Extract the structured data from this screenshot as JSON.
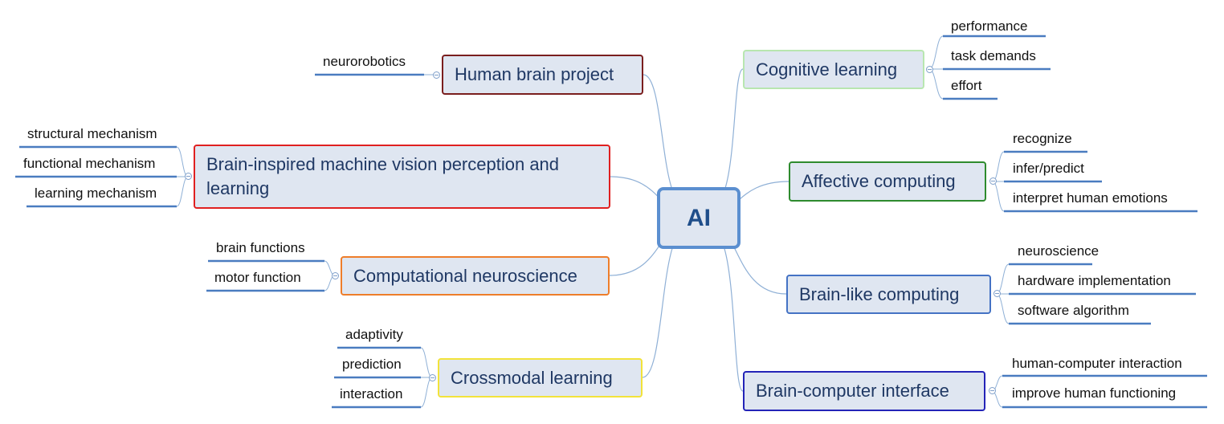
{
  "center": {
    "label": "AI"
  },
  "topics": {
    "human_brain_project": {
      "label": "Human brain project",
      "border": "#7a1e1e",
      "children": [
        "neurorobotics"
      ]
    },
    "vision": {
      "label": "Brain-inspired machine vision perception and learning",
      "border": "#e02020",
      "children": [
        "structural mechanism",
        "functional mechanism",
        "learning mechanism"
      ]
    },
    "computational": {
      "label": "Computational neuroscience",
      "border": "#ee7d2a",
      "children": [
        "brain functions",
        "motor function"
      ]
    },
    "crossmodal": {
      "label": "Crossmodal learning",
      "border": "#f2e33a",
      "children": [
        "adaptivity",
        "prediction",
        "interaction"
      ]
    },
    "cognitive": {
      "label": "Cognitive learning",
      "border": "#b8e6b0",
      "children": [
        "performance",
        "task demands",
        "effort"
      ]
    },
    "affective": {
      "label": "Affective computing",
      "border": "#2e8b2e",
      "children": [
        "recognize",
        "infer/predict",
        "interpret human emotions"
      ]
    },
    "brain_like": {
      "label": "Brain-like computing",
      "border": "#4472c4",
      "children": [
        "neuroscience",
        "hardware implementation",
        "software algorithm"
      ]
    },
    "bci": {
      "label": "Brain-computer interface",
      "border": "#2424b8",
      "children": [
        "human-computer interaction",
        "improve human functioning"
      ]
    }
  },
  "colors": {
    "link": "#8fb0d6",
    "underline": "#4a7cc0",
    "topic_fill": "#dfe6f1",
    "center_border": "#5b8fd0"
  }
}
